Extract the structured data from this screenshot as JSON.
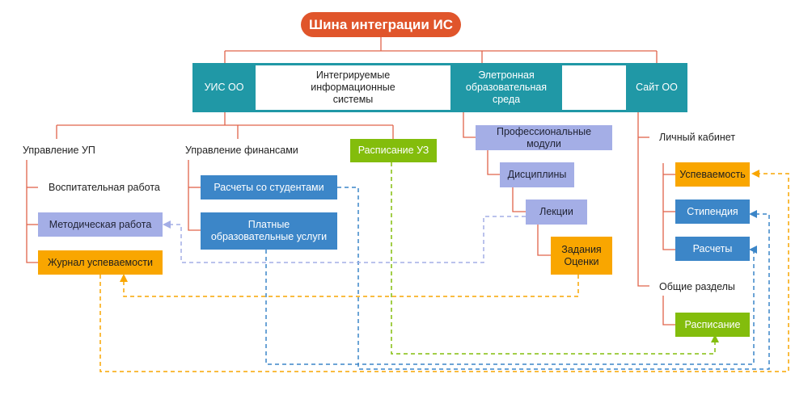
{
  "title": "Шина интеграции ИС",
  "band": {
    "uis": "УИС ОО",
    "label_lines": [
      "Интегрируемые",
      "информационные",
      "системы"
    ],
    "eos_lines": [
      "Элетронная",
      "образовательная",
      "среда"
    ],
    "site": "Сайт ОО"
  },
  "uis_branch": {
    "up": {
      "label": "Управление УП",
      "items": [
        "Воспитательная работа",
        "Методическая работа",
        "Журнал успеваемости"
      ]
    },
    "finance": {
      "label": "Управление финансами",
      "items": [
        "Расчеты со студентами",
        "Платные образовательные услуги"
      ]
    },
    "schedule": "Расписание УЗ"
  },
  "eos_branch": {
    "chain": [
      "Профессиональные модули",
      "Дисциплины",
      "Лекции"
    ],
    "tasks_lines": [
      "Задания",
      "Оценки"
    ]
  },
  "site_branch": {
    "cabinet": {
      "label": "Личный кабинет",
      "items": [
        "Успеваемость",
        "Стипендия",
        "Расчеты"
      ]
    },
    "general": {
      "label": "Общие разделы",
      "items": [
        "Расписание"
      ]
    }
  },
  "colors": {
    "title": "#e0552b",
    "system": "#2098a6",
    "tree_line": "#e0634a",
    "lavender": "#a4aee6",
    "blue": "#3c86c8",
    "orange": "#f9a600",
    "green": "#83bd0c"
  }
}
